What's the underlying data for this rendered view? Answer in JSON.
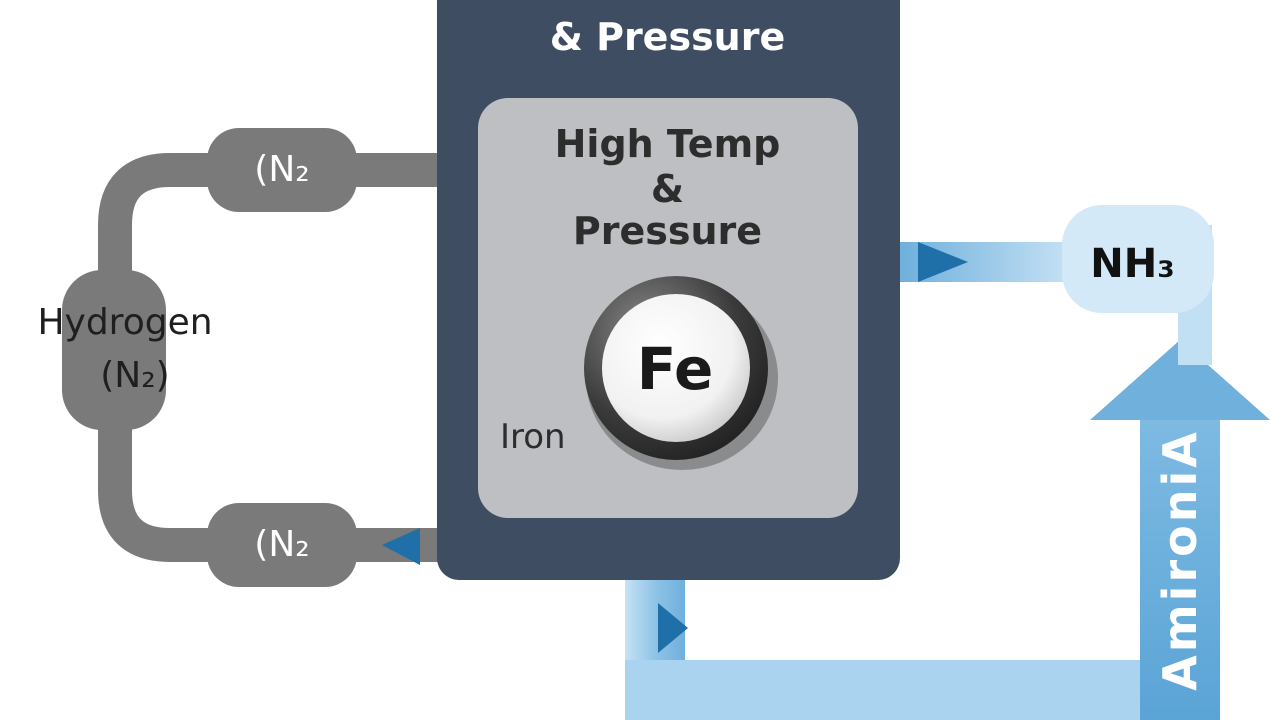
{
  "reactor": {
    "title": "& Pressure",
    "chamber_line1": "High Temp",
    "chamber_line2": "&",
    "chamber_line3": "Pressure",
    "catalyst_symbol": "Fe",
    "catalyst_label": "Iron"
  },
  "inputs": {
    "top_node": "(N₂",
    "bottom_node": "(N₂",
    "side_label_line1": "Hydrogen",
    "side_label_line2": "(N₂)"
  },
  "output": {
    "product_node": "NH₃",
    "arrow_label": "AmironiA"
  },
  "colors": {
    "reactor_body": "#3e4d62",
    "chamber": "#bdbfc2",
    "gray_pipe": "#7a7a7a",
    "blue_pipe": "#9ccbe9",
    "arrow_accent": "#1f6fa8"
  }
}
